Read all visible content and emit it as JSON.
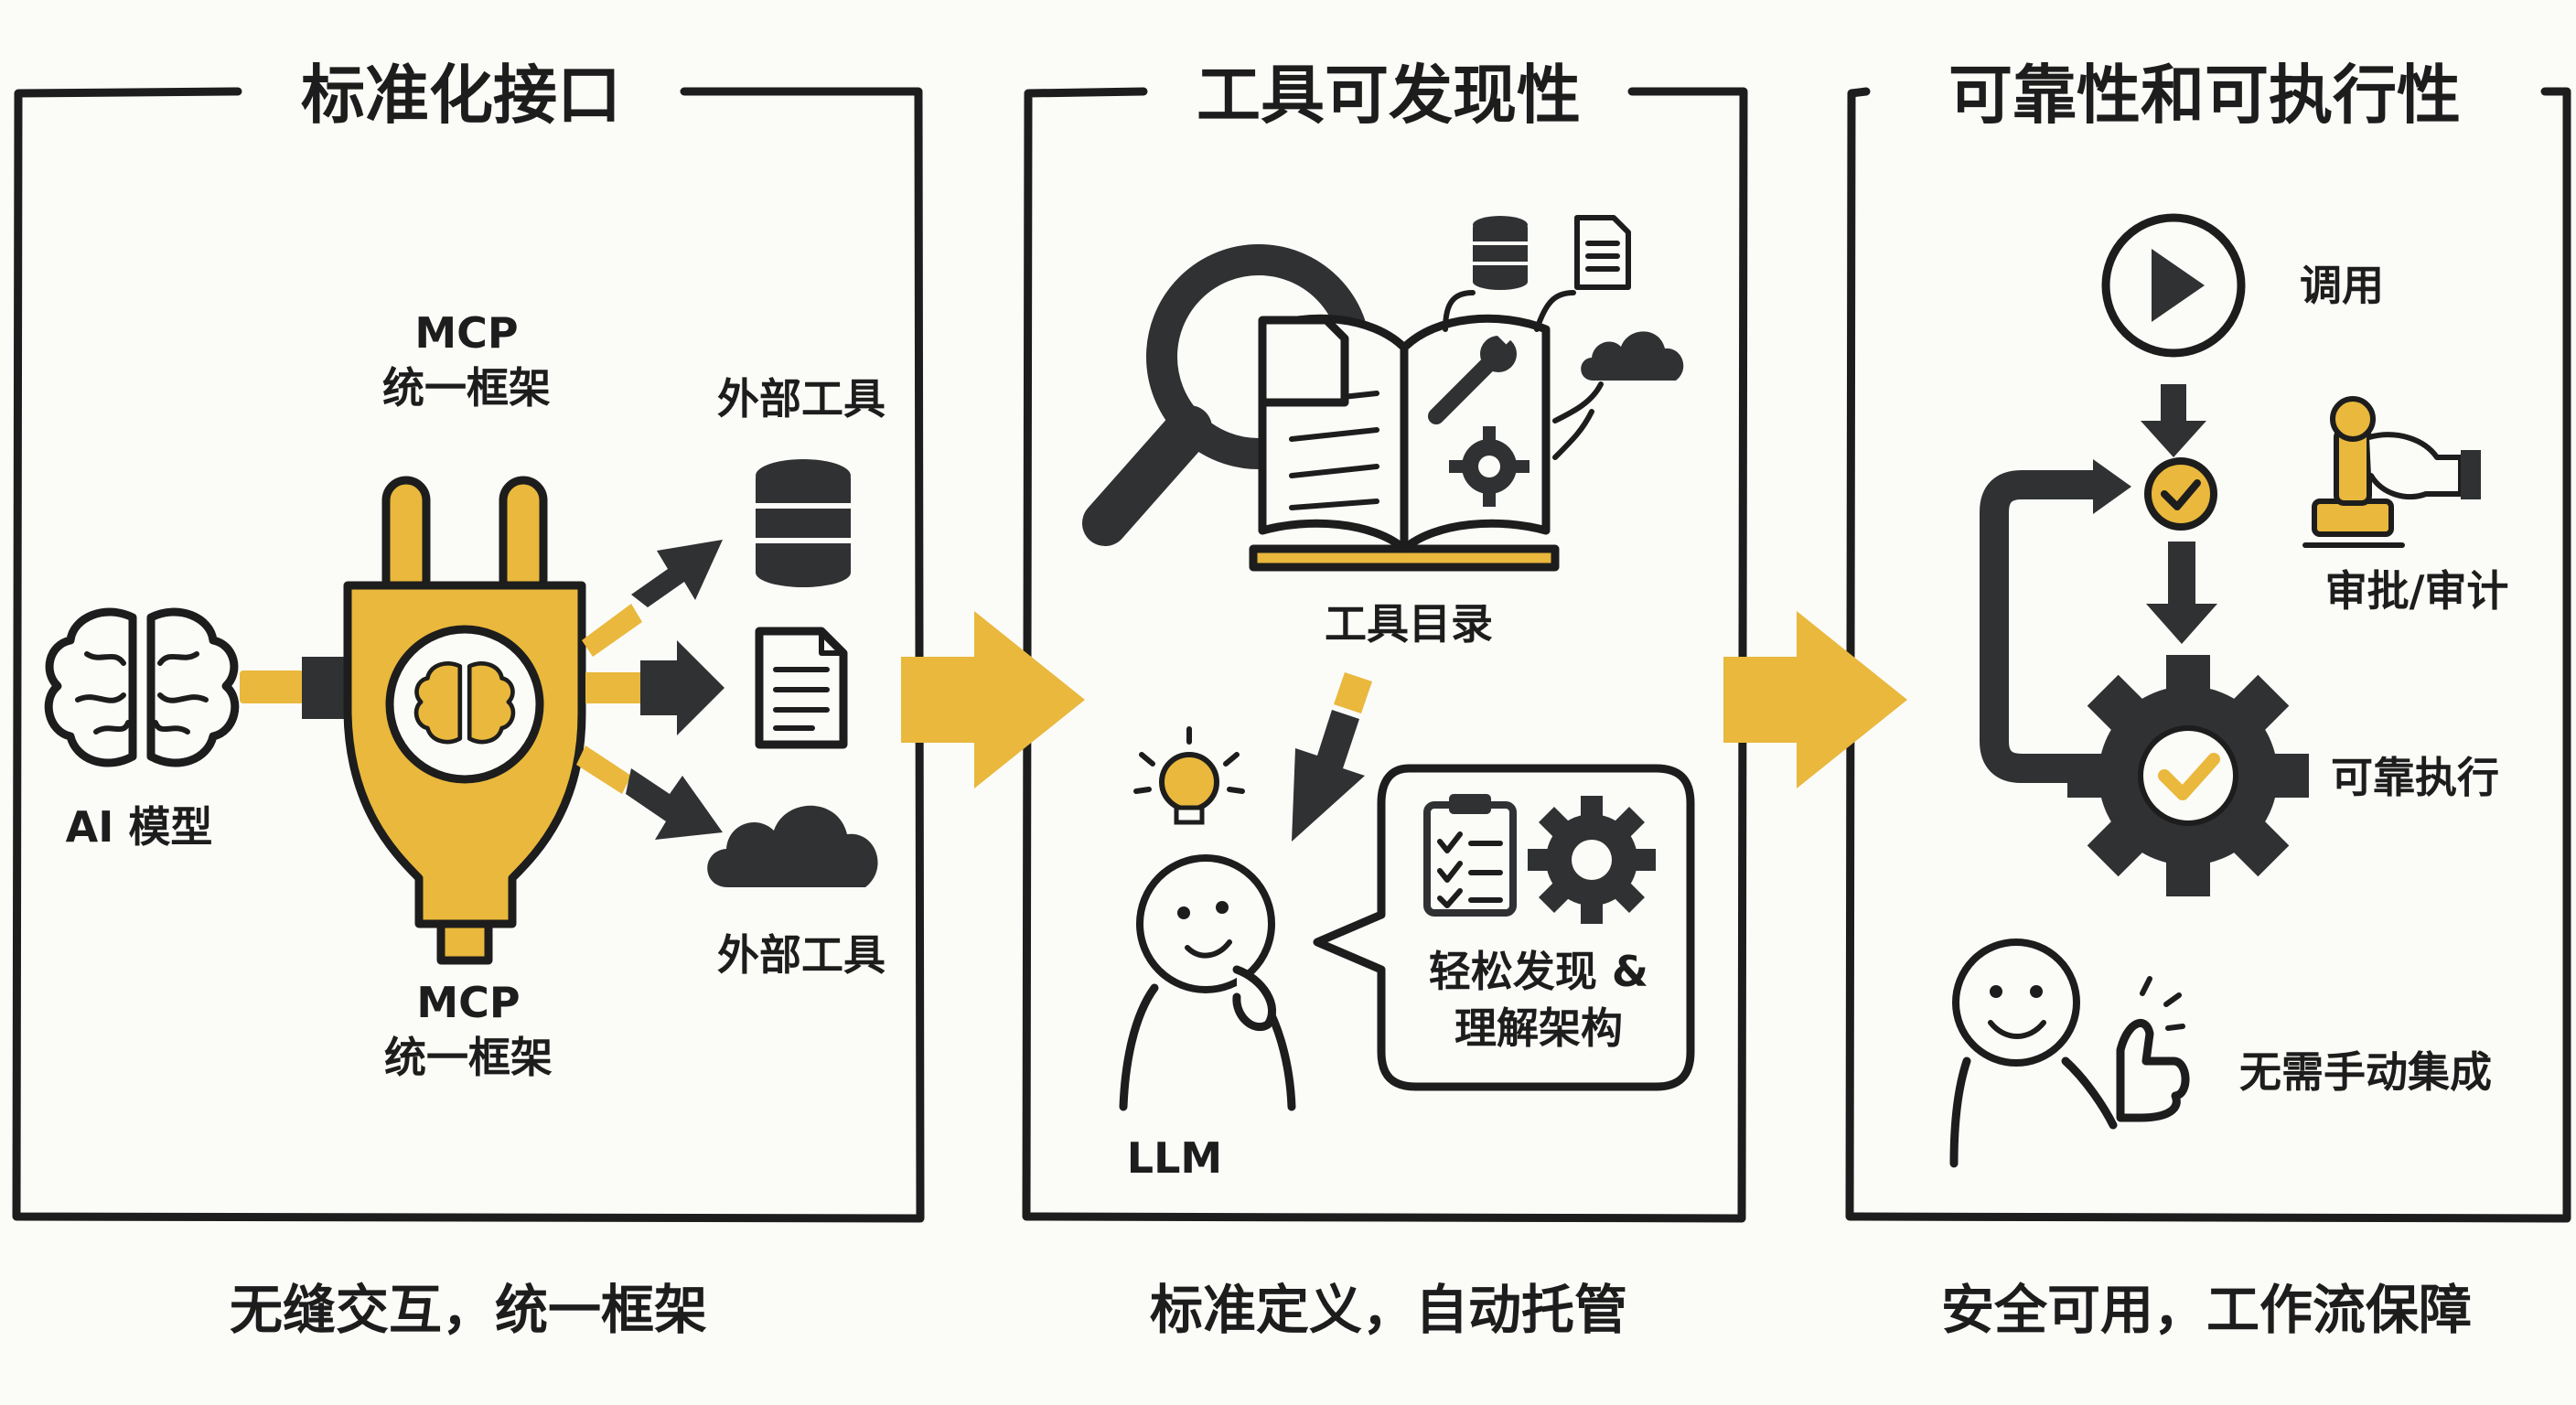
{
  "panels": {
    "p1": {
      "title": "标准化接口",
      "mcp_top_1": "MCP",
      "mcp_top_2": "统一框架",
      "mcp_bottom_1": "MCP",
      "mcp_bottom_2": "统一框架",
      "ai_label": "AI 模型",
      "external_top": "外部工具",
      "external_bottom": "外部工具",
      "caption": "无缝交互，统一框架"
    },
    "p2": {
      "title": "工具可发现性",
      "catalog": "工具目录",
      "bubble_1": "轻松发现 &",
      "bubble_2": "理解架构",
      "llm": "LLM",
      "caption": "标准定义，自动托管"
    },
    "p3": {
      "title": "可靠性和可执行性",
      "invoke": "调用",
      "approve": "审批/审计",
      "reliable": "可靠执行",
      "no_manual": "无需手动集成",
      "caption": "安全可用，工作流保障"
    }
  },
  "colors": {
    "accent": "#e9b83c",
    "ink": "#1d1d1d",
    "dark_icon": "#2f3133",
    "background": "#fbfbf8"
  }
}
